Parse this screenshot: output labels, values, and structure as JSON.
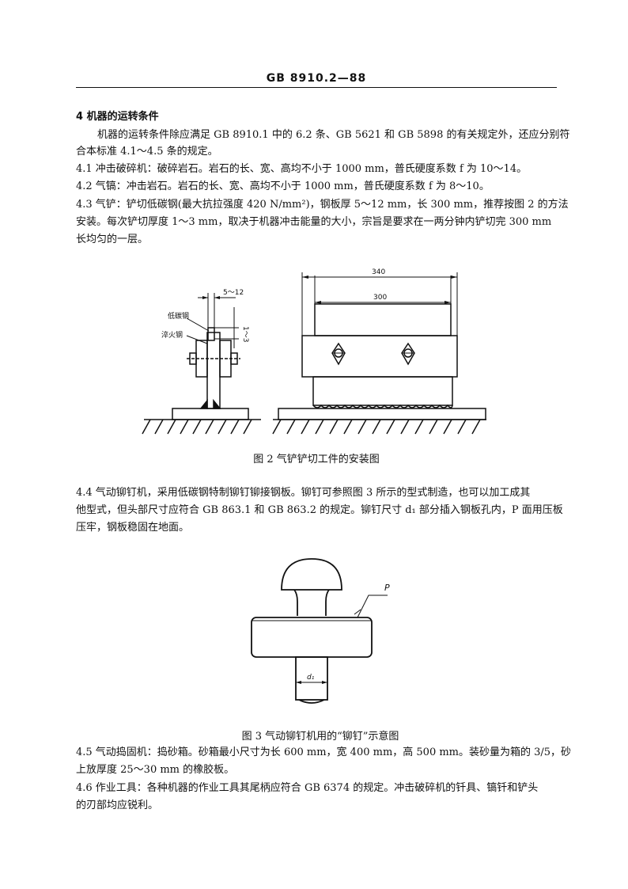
{
  "header": {
    "code": "GB 8910.2—88"
  },
  "section4": {
    "heading": "4  机器的运转条件",
    "intro_line1": "机器的运转条件除应满足 GB 8910.1 中的 6.2 条、GB 5621 和 GB 5898 的有关规定外，还应分别符",
    "intro_line2": "合本标准 4.1～4.5 条的规定。",
    "c41": "4.1  冲击破碎机：破碎岩石。岩石的长、宽、高均不小于 1000 mm，普氏硬度系数 f 为 10～14。",
    "c42": "4.2  气镐：冲击岩石。岩石的长、宽、高均不小于 1000 mm，普氏硬度系数 f 为 8～10。",
    "c43_line1": "4.3  气铲：铲切低碳钢(最大抗拉强度 420 N/mm²)，钢板厚 5～12 mm，长 300 mm，推荐按图 2 的方法",
    "c43_line2": "安装。每次铲切厚度 1～3 mm，取决于机器冲击能量的大小，宗旨是要求在一两分钟内铲切完 300 mm",
    "c43_line3": "长均匀的一层。"
  },
  "figure2": {
    "caption": "图 2  气铲铲切工件的安装图",
    "label_low_carbon": "低碳钢",
    "label_quenched": "淬火钢",
    "dim_thickness": "5～12",
    "dim_depth": "1～3",
    "dim_overall": "340",
    "dim_inner": "300"
  },
  "c44": {
    "line1": "4.4  气动铆钉机，采用低碳钢特制铆钉铆接钢板。铆钉可参照图 3 所示的型式制造，也可以加工成其",
    "line2": "他型式，但头部尺寸应符合 GB 863.1 和 GB 863.2 的规定。铆钉尺寸 d₁ 部分插入钢板孔内，P 面用压板",
    "line3": "压牢，钢板稳固在地面。"
  },
  "figure3": {
    "caption": "图 3  气动铆钉机用的“铆钉”示意图",
    "label_p": "P",
    "label_d1": "d₁"
  },
  "c45": {
    "line1": "4.5  气动捣固机：捣砂箱。砂箱最小尺寸为长 600 mm，宽 400 mm，高 500 mm。装砂量为箱的 3/5，砂",
    "line2": "上放厚度 25～30 mm 的橡胶板。"
  },
  "c46": {
    "line1": "4.6  作业工具：各种机器的作业工具其尾柄应符合 GB 6374 的规定。冲击破碎机的钎具、镐钎和铲头",
    "line2": "的刃部均应锐利。"
  }
}
